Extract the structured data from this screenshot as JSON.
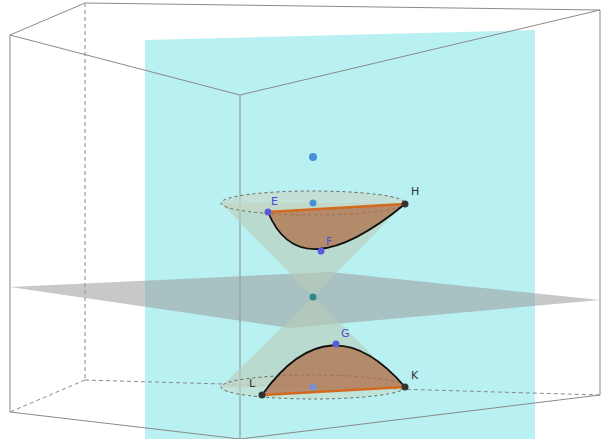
{
  "diagram": {
    "labels": [
      "E",
      "F",
      "H",
      "G",
      "L",
      "K"
    ]
  }
}
